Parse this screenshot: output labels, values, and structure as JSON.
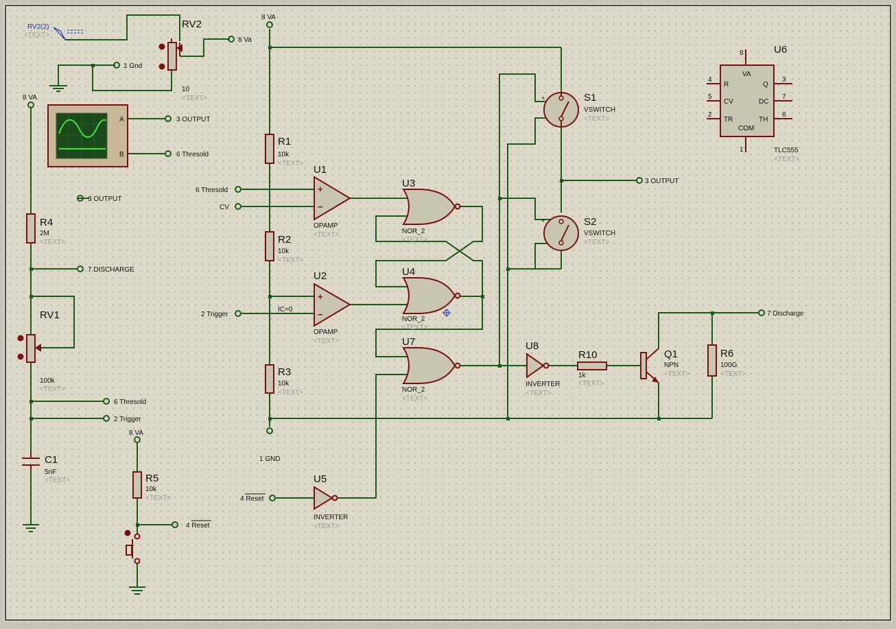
{
  "labels": {
    "rv2_probe": "RV2(2)",
    "rv2_probe_text": "<TEXT>",
    "rv2": "RV2",
    "rv2_val": "10",
    "rv2_text": "<TEXT>",
    "t_8va_top": "8 Va",
    "t_gnd1": "1 Gnd",
    "pwr_8va_left": "8 VA",
    "pwr_8va_mid": "8 VA",
    "pwr_8va_r5": "8 VA",
    "gnd_1": "1 GND",
    "scope_a": "A",
    "scope_b": "B",
    "t_3out_a": "3 OUTPUT",
    "t_6thr_a": "6 Thresold",
    "t_3out_b": "3 OUTPUT",
    "r4": "R4",
    "r4_val": "2M",
    "r4_text": "<TEXT>",
    "t_7dis": "7 DISCHARGE",
    "rv1": "RV1",
    "rv1_val": "100k",
    "rv1_text": "<TEXT>",
    "t_6thr_b": "6 Thresold",
    "t_2trig_b": "2 Trigger",
    "c1": "C1",
    "c1_val": "5nF",
    "c1_text": "<TEXT>",
    "r5": "R5",
    "r5_val": "10k",
    "r5_text": "<TEXT>",
    "t_4reset_b": "4 Reset",
    "r1": "R1",
    "r1_val": "10k",
    "r1_text": "<TEXT>",
    "r2": "R2",
    "r2_val": "10k",
    "r2_text": "<TEXT>",
    "r3": "R3",
    "r3_val": "10k",
    "r3_text": "<TEXT>",
    "t_6thr_c": "6 Thresold",
    "t_cv": "CV",
    "t_2trig_c": "2 Trigger",
    "ic0": "IC=0",
    "u1": "U1",
    "u1_type": "OPAMP",
    "u1_text": "<TEXT>",
    "u2": "U2",
    "u2_type": "OPAMP",
    "u2_text": "<TEXT>",
    "u3": "U3",
    "u3_type": "NOR_2",
    "u3_text": "<TEXT>",
    "u4": "U4",
    "u4_type": "NOR_2",
    "u4_text": "<TEXT>",
    "u7": "U7",
    "u7_type": "NOR_2",
    "u7_text": "<TEXT>",
    "u5": "U5",
    "u5_type": "INVERTER",
    "u5_text": "<TEXT>",
    "t_4reset_c": "4 Reset",
    "s1": "S1",
    "s1_type": "VSWITCH",
    "s1_text": "<TEXT>",
    "s2": "S2",
    "s2_type": "VSWITCH",
    "s2_text": "<TEXT>",
    "t_3out_c": "3 OUTPUT",
    "u8": "U8",
    "u8_type": "INVERTER",
    "u8_text": "<TEXT>",
    "r10": "R10",
    "r10_val": "1k",
    "r10_text": "<TEXT>",
    "q1": "Q1",
    "q1_type": "NPN",
    "q1_text": "<TEXT>",
    "r6": "R6",
    "r6_val": "100G",
    "r6_text": "<TEXT>",
    "t_7dis_c": "7 Discharge",
    "u6": "U6",
    "u6_type": "TLC555",
    "u6_text": "<TEXT>",
    "u6_pin8": "8",
    "u6_pin1": "1",
    "u6_pin4": "4",
    "u6_pin5": "5",
    "u6_pin2": "2",
    "u6_pin3": "3",
    "u6_pin7": "7",
    "u6_pin6": "6",
    "u6_va": "VA",
    "u6_r": "R",
    "u6_cv": "CV",
    "u6_tr": "TR",
    "u6_q": "Q",
    "u6_dc": "DC",
    "u6_th": "TH",
    "u6_com": "COM"
  },
  "colors": {
    "wire": "#1a5a1a",
    "component": "#7a1010",
    "component_fill": "#c8c6b0",
    "sheet": "#ddd9c8",
    "scope_screen": "#1a4a1a",
    "scope_trace": "#44e044",
    "probe": "#2030c0"
  }
}
